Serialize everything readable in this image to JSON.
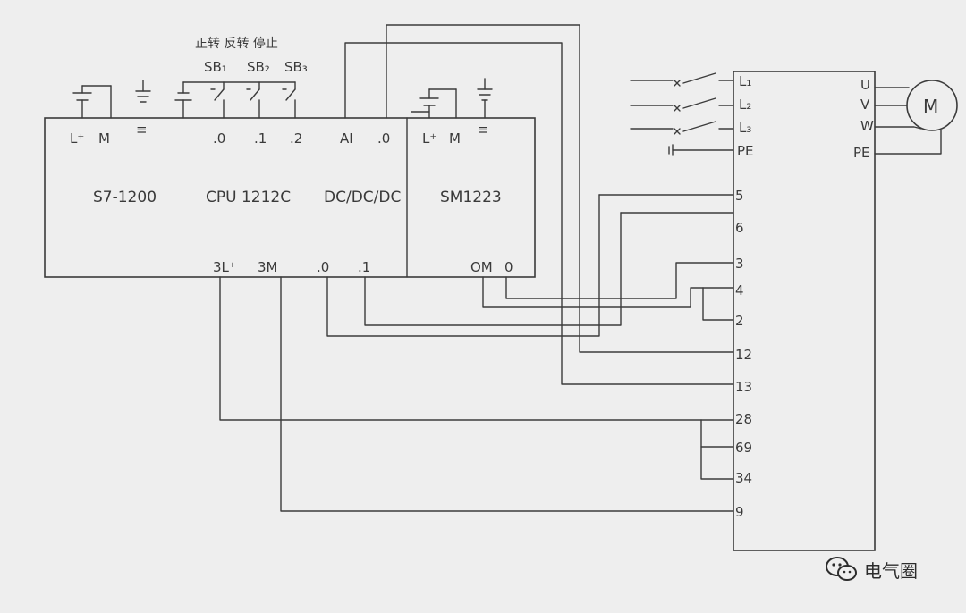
{
  "plc": {
    "model": "S7-1200",
    "cpu": "CPU 1212C",
    "supply_type": "DC/DC/DC",
    "power_l": "L⁺",
    "power_m": "M",
    "ground": "≡",
    "inputs": [
      ".0",
      ".1",
      ".2"
    ],
    "analog_in": "AI",
    "analog_in_ch": ".0",
    "out_common": "3L⁺",
    "out_m": "3M",
    "outputs": [
      ".0",
      ".1"
    ]
  },
  "buttons": {
    "header": "正转 反转 停止",
    "labels": [
      "SB₁",
      "SB₂",
      "SB₃"
    ]
  },
  "module": {
    "name": "SM1223",
    "power_l": "L⁺",
    "power_m": "M",
    "ground": "≡",
    "out_com": "OM",
    "out_ch": "0"
  },
  "drive": {
    "phases_in": [
      "L₁",
      "L₂",
      "L₃"
    ],
    "pe_in": "PE",
    "outputs": [
      "U",
      "V",
      "W"
    ],
    "pe_out": "PE",
    "motor": "M",
    "terminals": [
      "5",
      "6",
      "3",
      "4",
      "2",
      "12",
      "13",
      "28",
      "69",
      "34",
      "9"
    ]
  },
  "watermark": "电气圈"
}
